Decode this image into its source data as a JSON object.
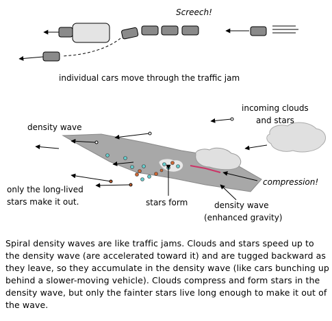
{
  "traffic": {
    "sound": "Screech!",
    "caption": "individual cars move through the traffic jam"
  },
  "galaxy": {
    "labels": {
      "incoming_line1": "incoming clouds",
      "incoming_line2": "and stars",
      "density_wave": "density wave",
      "compression": "compression!",
      "long_lived_line1": "only the long-lived",
      "long_lived_line2": "stars make it out.",
      "stars_form": "stars form",
      "enhanced_line1": "density wave",
      "enhanced_line2": "(enhanced gravity)"
    }
  },
  "caption_text": "Spiral density waves are like traffic jams. Clouds and stars speed up to the density wave (are accelerated toward it) and are tugged backward as they leave, so they accumulate in the density wave (like cars bunching up behind a slower-moving vehicle). Clouds compress and form stars in the density wave, but only the fainter stars live long enough to make it out of the wave.",
  "colors": {
    "wave_band": "#a8a8a8",
    "car": "#8a8a8a",
    "truck": "#e4e4e4",
    "cloud": "#e0e0e0",
    "compression_line": "#cc3366",
    "star_cyan": "#66cccc",
    "star_orange": "#cc6633"
  }
}
